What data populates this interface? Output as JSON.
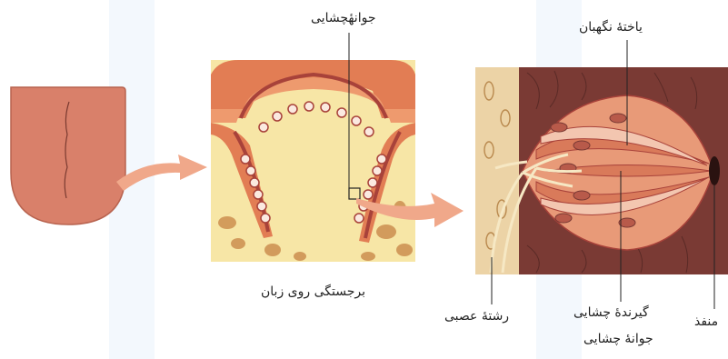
{
  "labels": {
    "taste_bud_top": "جوانهٔچشایی",
    "supporting_cell": "یاختهٔ نگهبان",
    "papilla": "برجستگی روی زبان",
    "nerve_fiber": "رشتهٔ عصبی",
    "taste_receptor": "گیرندهٔ چشایی",
    "taste_bud_bottom": "جوانهٔ چشایی",
    "pore": "منفذ"
  },
  "colors": {
    "tongue": "#d9806a",
    "tissue_orange": "#e27d54",
    "tissue_yellow": "#f7e6a6",
    "dark_red": "#a8423a",
    "arrow": "#f0a88a",
    "cell_bg": "#7a3a34",
    "nerve": "#f6e8c4"
  }
}
